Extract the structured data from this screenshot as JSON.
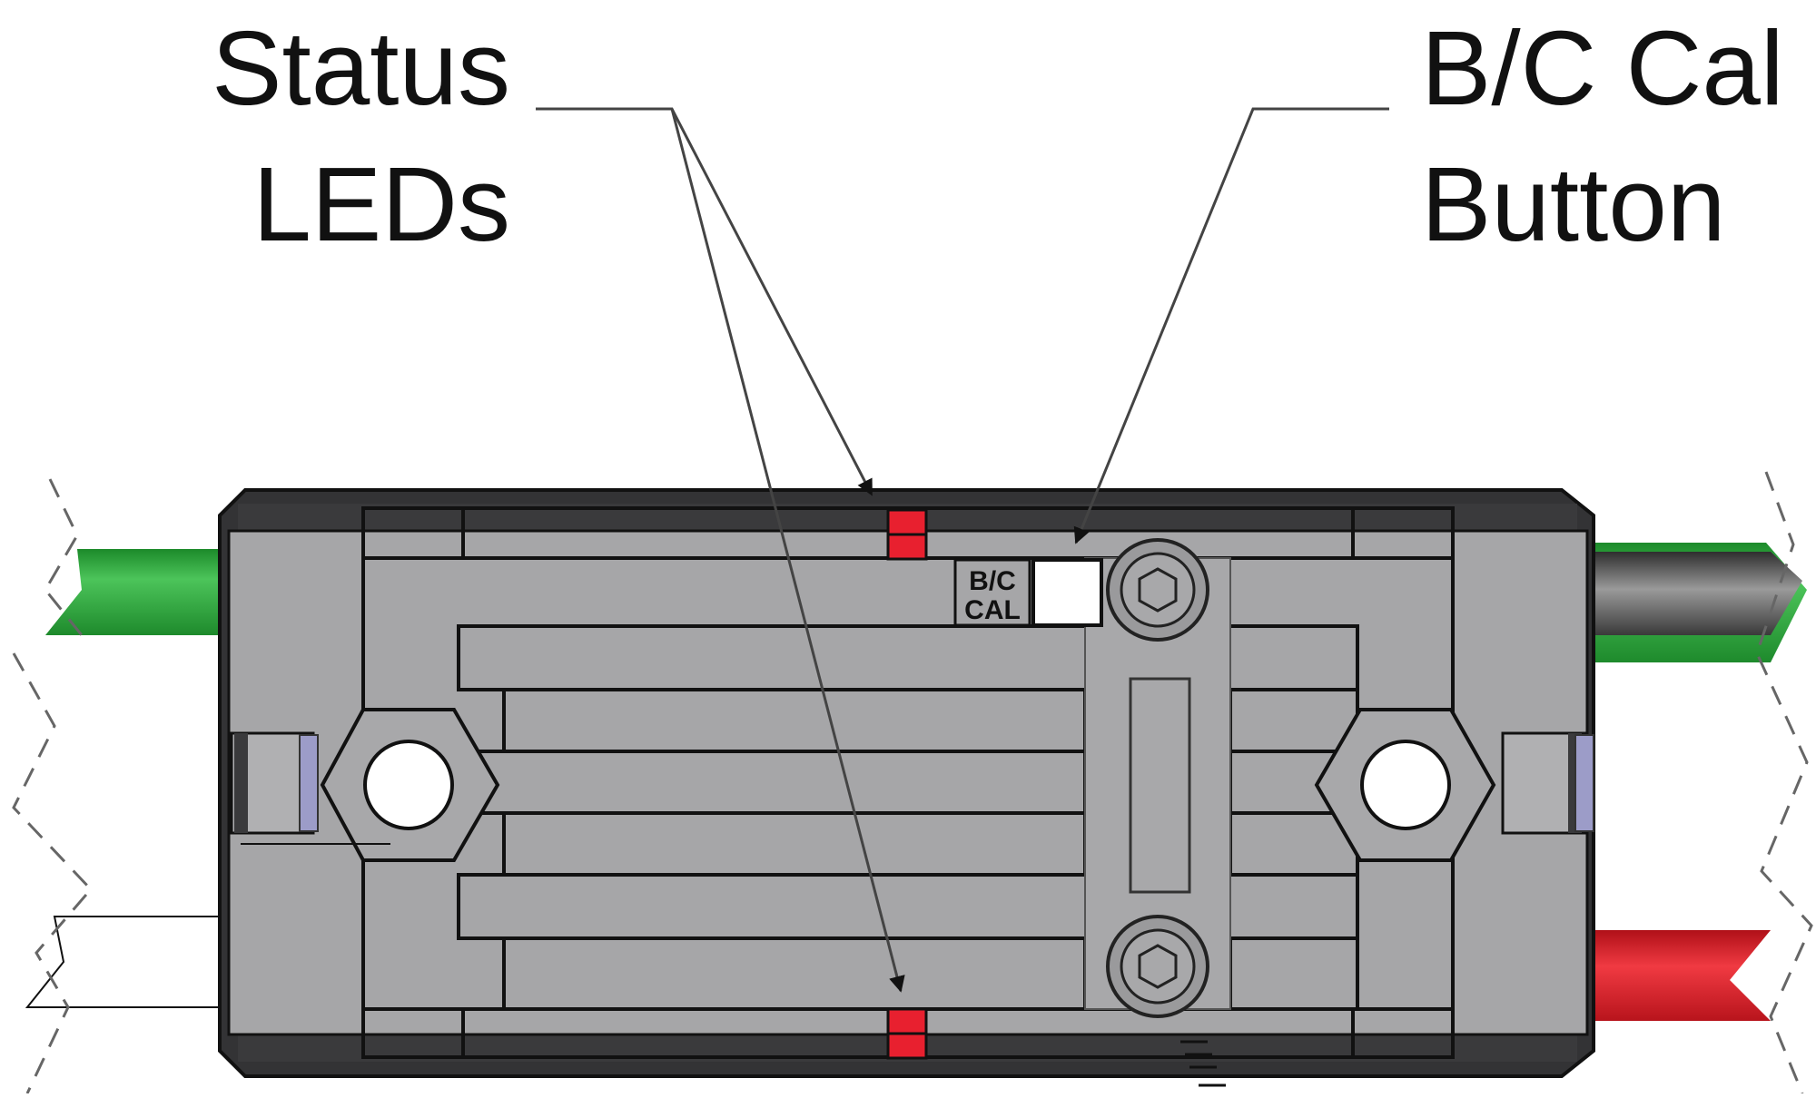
{
  "labels": {
    "status": {
      "line1": "Status",
      "line2": "LEDs"
    },
    "button": {
      "line1": "B/C Cal",
      "line2": "Button"
    }
  },
  "device": {
    "button_marking_top": "B/C",
    "button_marking_bottom": "CAL"
  },
  "colors": {
    "housing": "#a6a6a8",
    "housing_dark": "#555557",
    "outline": "#222222",
    "led": "#e8202f",
    "wire_green": "#2fa83c",
    "wire_red": "#e2232c",
    "wire_black": "#4a4a4a",
    "wire_white": "#ffffff",
    "gasket": "#9c9cc8"
  }
}
